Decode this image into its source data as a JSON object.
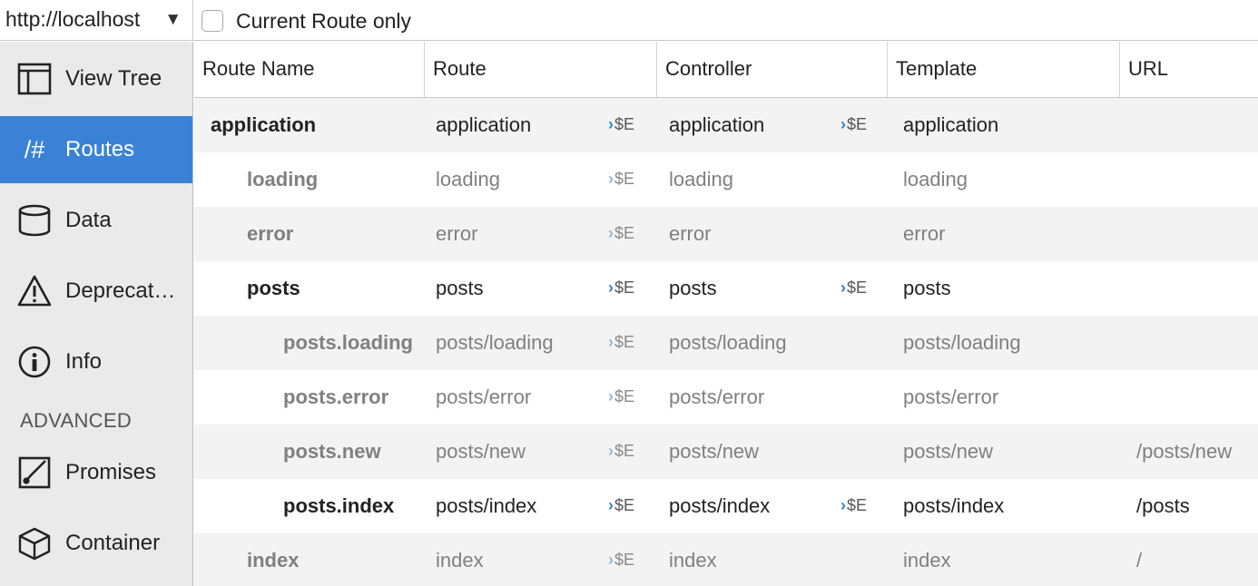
{
  "topbar": {
    "app_url": "http://localhost",
    "caret": "▼",
    "filter_label": "Current Route only",
    "filter_checked": false
  },
  "sidebar": {
    "items": [
      {
        "label": "View Tree",
        "icon": "view-tree-icon",
        "active": false
      },
      {
        "label": "Routes",
        "icon": "routes-icon",
        "icon_glyph": "/#",
        "active": true
      },
      {
        "label": "Data",
        "icon": "data-icon",
        "active": false
      },
      {
        "label": "Deprecat…",
        "icon": "warning-icon",
        "active": false
      },
      {
        "label": "Info",
        "icon": "info-icon",
        "active": false
      }
    ],
    "advanced_label": "ADVANCED",
    "advanced_items": [
      {
        "label": "Promises",
        "icon": "promises-icon"
      },
      {
        "label": "Container",
        "icon": "container-icon"
      }
    ]
  },
  "colors": {
    "accent": "#3b82d6",
    "inspect_arrow": "#2f86c6"
  },
  "table": {
    "columns": [
      "Route Name",
      "Route",
      "Controller",
      "Template",
      "URL"
    ],
    "inspect_label": "$E",
    "inspect_arrow": "›",
    "rows": [
      {
        "name": "application",
        "route": "application",
        "controller": "application",
        "template": "application",
        "url": "",
        "level": 0,
        "active": true,
        "controller_inspect": true
      },
      {
        "name": "loading",
        "route": "loading",
        "controller": "loading",
        "template": "loading",
        "url": "",
        "level": 1,
        "active": false,
        "controller_inspect": false
      },
      {
        "name": "error",
        "route": "error",
        "controller": "error",
        "template": "error",
        "url": "",
        "level": 1,
        "active": false,
        "controller_inspect": false
      },
      {
        "name": "posts",
        "route": "posts",
        "controller": "posts",
        "template": "posts",
        "url": "",
        "level": 1,
        "active": true,
        "controller_inspect": true
      },
      {
        "name": "posts.loading",
        "route": "posts/loading",
        "controller": "posts/loading",
        "template": "posts/loading",
        "url": "",
        "level": 2,
        "active": false,
        "controller_inspect": false
      },
      {
        "name": "posts.error",
        "route": "posts/error",
        "controller": "posts/error",
        "template": "posts/error",
        "url": "",
        "level": 2,
        "active": false,
        "controller_inspect": false
      },
      {
        "name": "posts.new",
        "route": "posts/new",
        "controller": "posts/new",
        "template": "posts/new",
        "url": "/posts/new",
        "level": 2,
        "active": false,
        "controller_inspect": false
      },
      {
        "name": "posts.index",
        "route": "posts/index",
        "controller": "posts/index",
        "template": "posts/index",
        "url": "/posts",
        "level": 2,
        "active": true,
        "controller_inspect": true
      },
      {
        "name": "index",
        "route": "index",
        "controller": "index",
        "template": "index",
        "url": "/",
        "level": 1,
        "active": false,
        "controller_inspect": false
      }
    ]
  }
}
